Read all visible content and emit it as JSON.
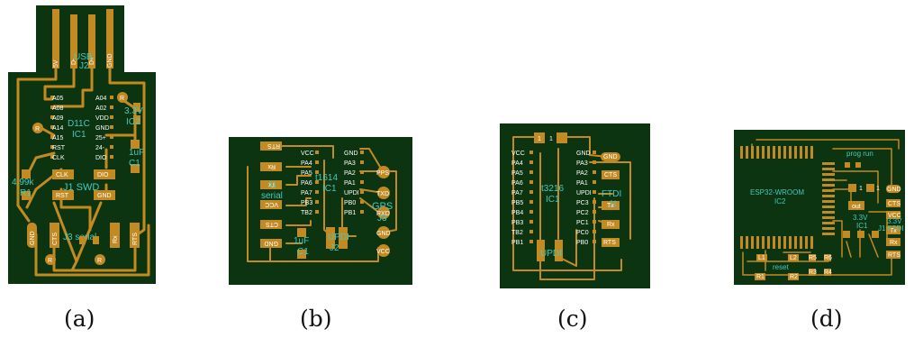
{
  "panels": {
    "a": {
      "caption": "(a)",
      "usb_pins": [
        "5V",
        "D-",
        "D+",
        "GND"
      ],
      "usb_label": "USB",
      "usb_ref": "J2",
      "ic_pins_left": [
        "A05",
        "A08",
        "A09",
        "A14",
        "A15",
        "RST",
        "CLK"
      ],
      "ic_pins_right": [
        "A04",
        "A02",
        "VDD",
        "GND",
        "25+",
        "24-",
        "DIO"
      ],
      "ic_name": "D11C",
      "ic_ref": "IC1",
      "reg_value": "3.3V",
      "reg_ref": "IC2",
      "cap_value": "1uF",
      "cap_ref": "C1",
      "res_value": "4.99k",
      "res_ref": "R1",
      "swd_label": "J1 SWD",
      "swd_pads": [
        "CLK",
        "DIO",
        "RST",
        "GND"
      ],
      "serial_label": "J3 serial",
      "serial_pads": [
        "GND",
        "CTS",
        "Rx",
        "RTS"
      ],
      "r_marker": "R"
    },
    "b": {
      "caption": "(b)",
      "serial_pads": [
        "RTS",
        "Rx",
        "Tx",
        "VCC",
        "CTS",
        "GND"
      ],
      "serial_label": "serial",
      "serial_ref": "J1",
      "ic_pins_left": [
        "VCC",
        "PA4",
        "PA5",
        "PA6",
        "PA7",
        "PB3",
        "TB2"
      ],
      "ic_pins_right": [
        "GND",
        "PA3",
        "PA2",
        "PA1",
        "UPDI",
        "PB0",
        "PB1"
      ],
      "ic_name": "t1614",
      "ic_ref": "IC1",
      "cap_value": "1uF",
      "cap_ref": "C1",
      "updi_label": "UPDI",
      "updi_ref": "J2",
      "gps_pads": [
        "PPS",
        "TXD",
        "RXD",
        "GND",
        "VCC"
      ],
      "gps_label": "GPS",
      "gps_ref": "J3"
    },
    "c": {
      "caption": "(c)",
      "ic_pins_left": [
        "VCC",
        "PA4",
        "PA5",
        "PA6",
        "PA7",
        "PB5",
        "PB4",
        "PB3",
        "TB2",
        "PB1"
      ],
      "ic_pins_right": [
        "GND",
        "PA3",
        "PA2",
        "PA1",
        "UPDI",
        "PC3",
        "PC2",
        "PC1",
        "PC0",
        "PB0"
      ],
      "ic_name": "t3216",
      "ic_ref": "IC1",
      "top_pads": [
        "1",
        "1"
      ],
      "right_pads": [
        "GND",
        "CTS",
        "Tx",
        "Rx",
        "RTS"
      ],
      "ftdi_label": "FTDI",
      "ftdi_ref": "J1",
      "updi_label": "UPDI"
    },
    "d": {
      "caption": "(d)",
      "prog_label": "prog run",
      "module_name": "ESP32-WROOM",
      "module_ref": "IC2",
      "small_pads": [
        "1",
        "1"
      ],
      "right_pads": [
        "GND",
        "CTS",
        "VCC",
        "Tx",
        "Rx",
        "RTS"
      ],
      "reg_value": "3.3V",
      "reg_ref": "IC1",
      "ftdi_label": "3.3V",
      "ftdi_ref": "J1 FTDI",
      "out_label": "out",
      "bottom_pads": [
        "L1",
        "L2",
        "R5",
        "R6",
        "R1",
        "R2",
        "R3",
        "R4"
      ],
      "reset_label": "reset"
    }
  }
}
